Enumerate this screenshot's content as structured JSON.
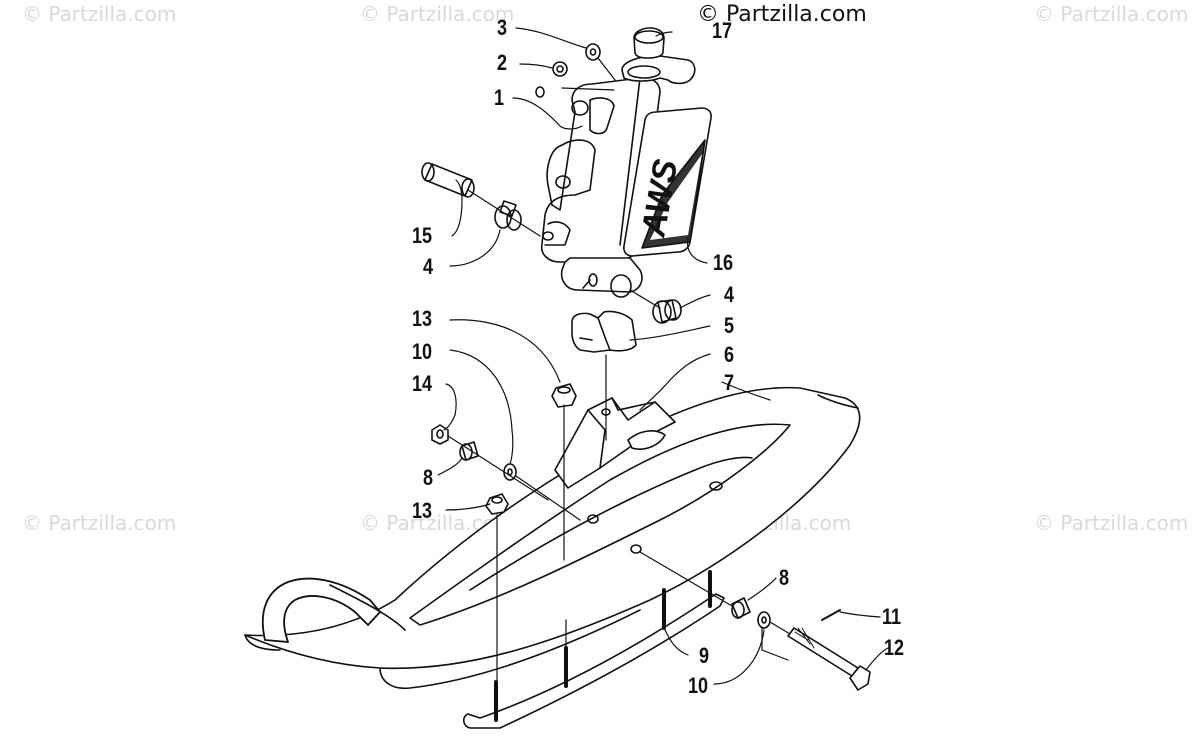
{
  "copyright": "© Partzilla.com",
  "watermark": "© Partzilla.com",
  "brand_decal": "AWS",
  "callouts": {
    "c1": "1",
    "c2": "2",
    "c3": "3",
    "c4a": "4",
    "c4b": "4",
    "c5": "5",
    "c6": "6",
    "c7": "7",
    "c8a": "8",
    "c8b": "8",
    "c9": "9",
    "c10a": "10",
    "c10b": "10",
    "c11": "11",
    "c12": "12",
    "c13a": "13",
    "c13b": "13",
    "c14": "14",
    "c15": "15",
    "c16": "16",
    "c17": "17"
  }
}
